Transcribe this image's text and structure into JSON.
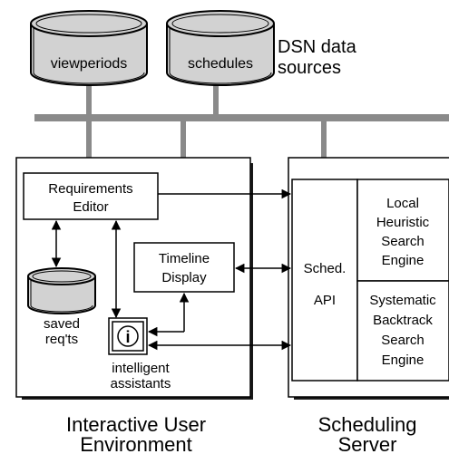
{
  "databases": {
    "viewperiods": "viewperiods",
    "schedules": "schedules",
    "saved_reqs": [
      "saved",
      "req'ts"
    ]
  },
  "dsn_label": [
    "DSN data",
    "sources"
  ],
  "user_env": {
    "requirements_editor": [
      "Requirements",
      "Editor"
    ],
    "timeline_display": [
      "Timeline",
      "Display"
    ],
    "intelligent_assistants": [
      "intelligent",
      "assistants"
    ],
    "info_icon_glyph": "i",
    "caption": [
      "Interactive User",
      "Environment"
    ]
  },
  "scheduling_server": {
    "sched_api": [
      "Sched.",
      "API"
    ],
    "local_engine": [
      "Local",
      "Heuristic",
      "Search",
      "Engine"
    ],
    "systematic_engine": [
      "Systematic",
      "Backtrack",
      "Search",
      "Engine"
    ],
    "caption": [
      "Scheduling",
      "Server"
    ]
  },
  "colors": {
    "bus": "#8a8a8a",
    "db_fill": "#d2d2d2",
    "shadow": "#1a1a1a"
  }
}
